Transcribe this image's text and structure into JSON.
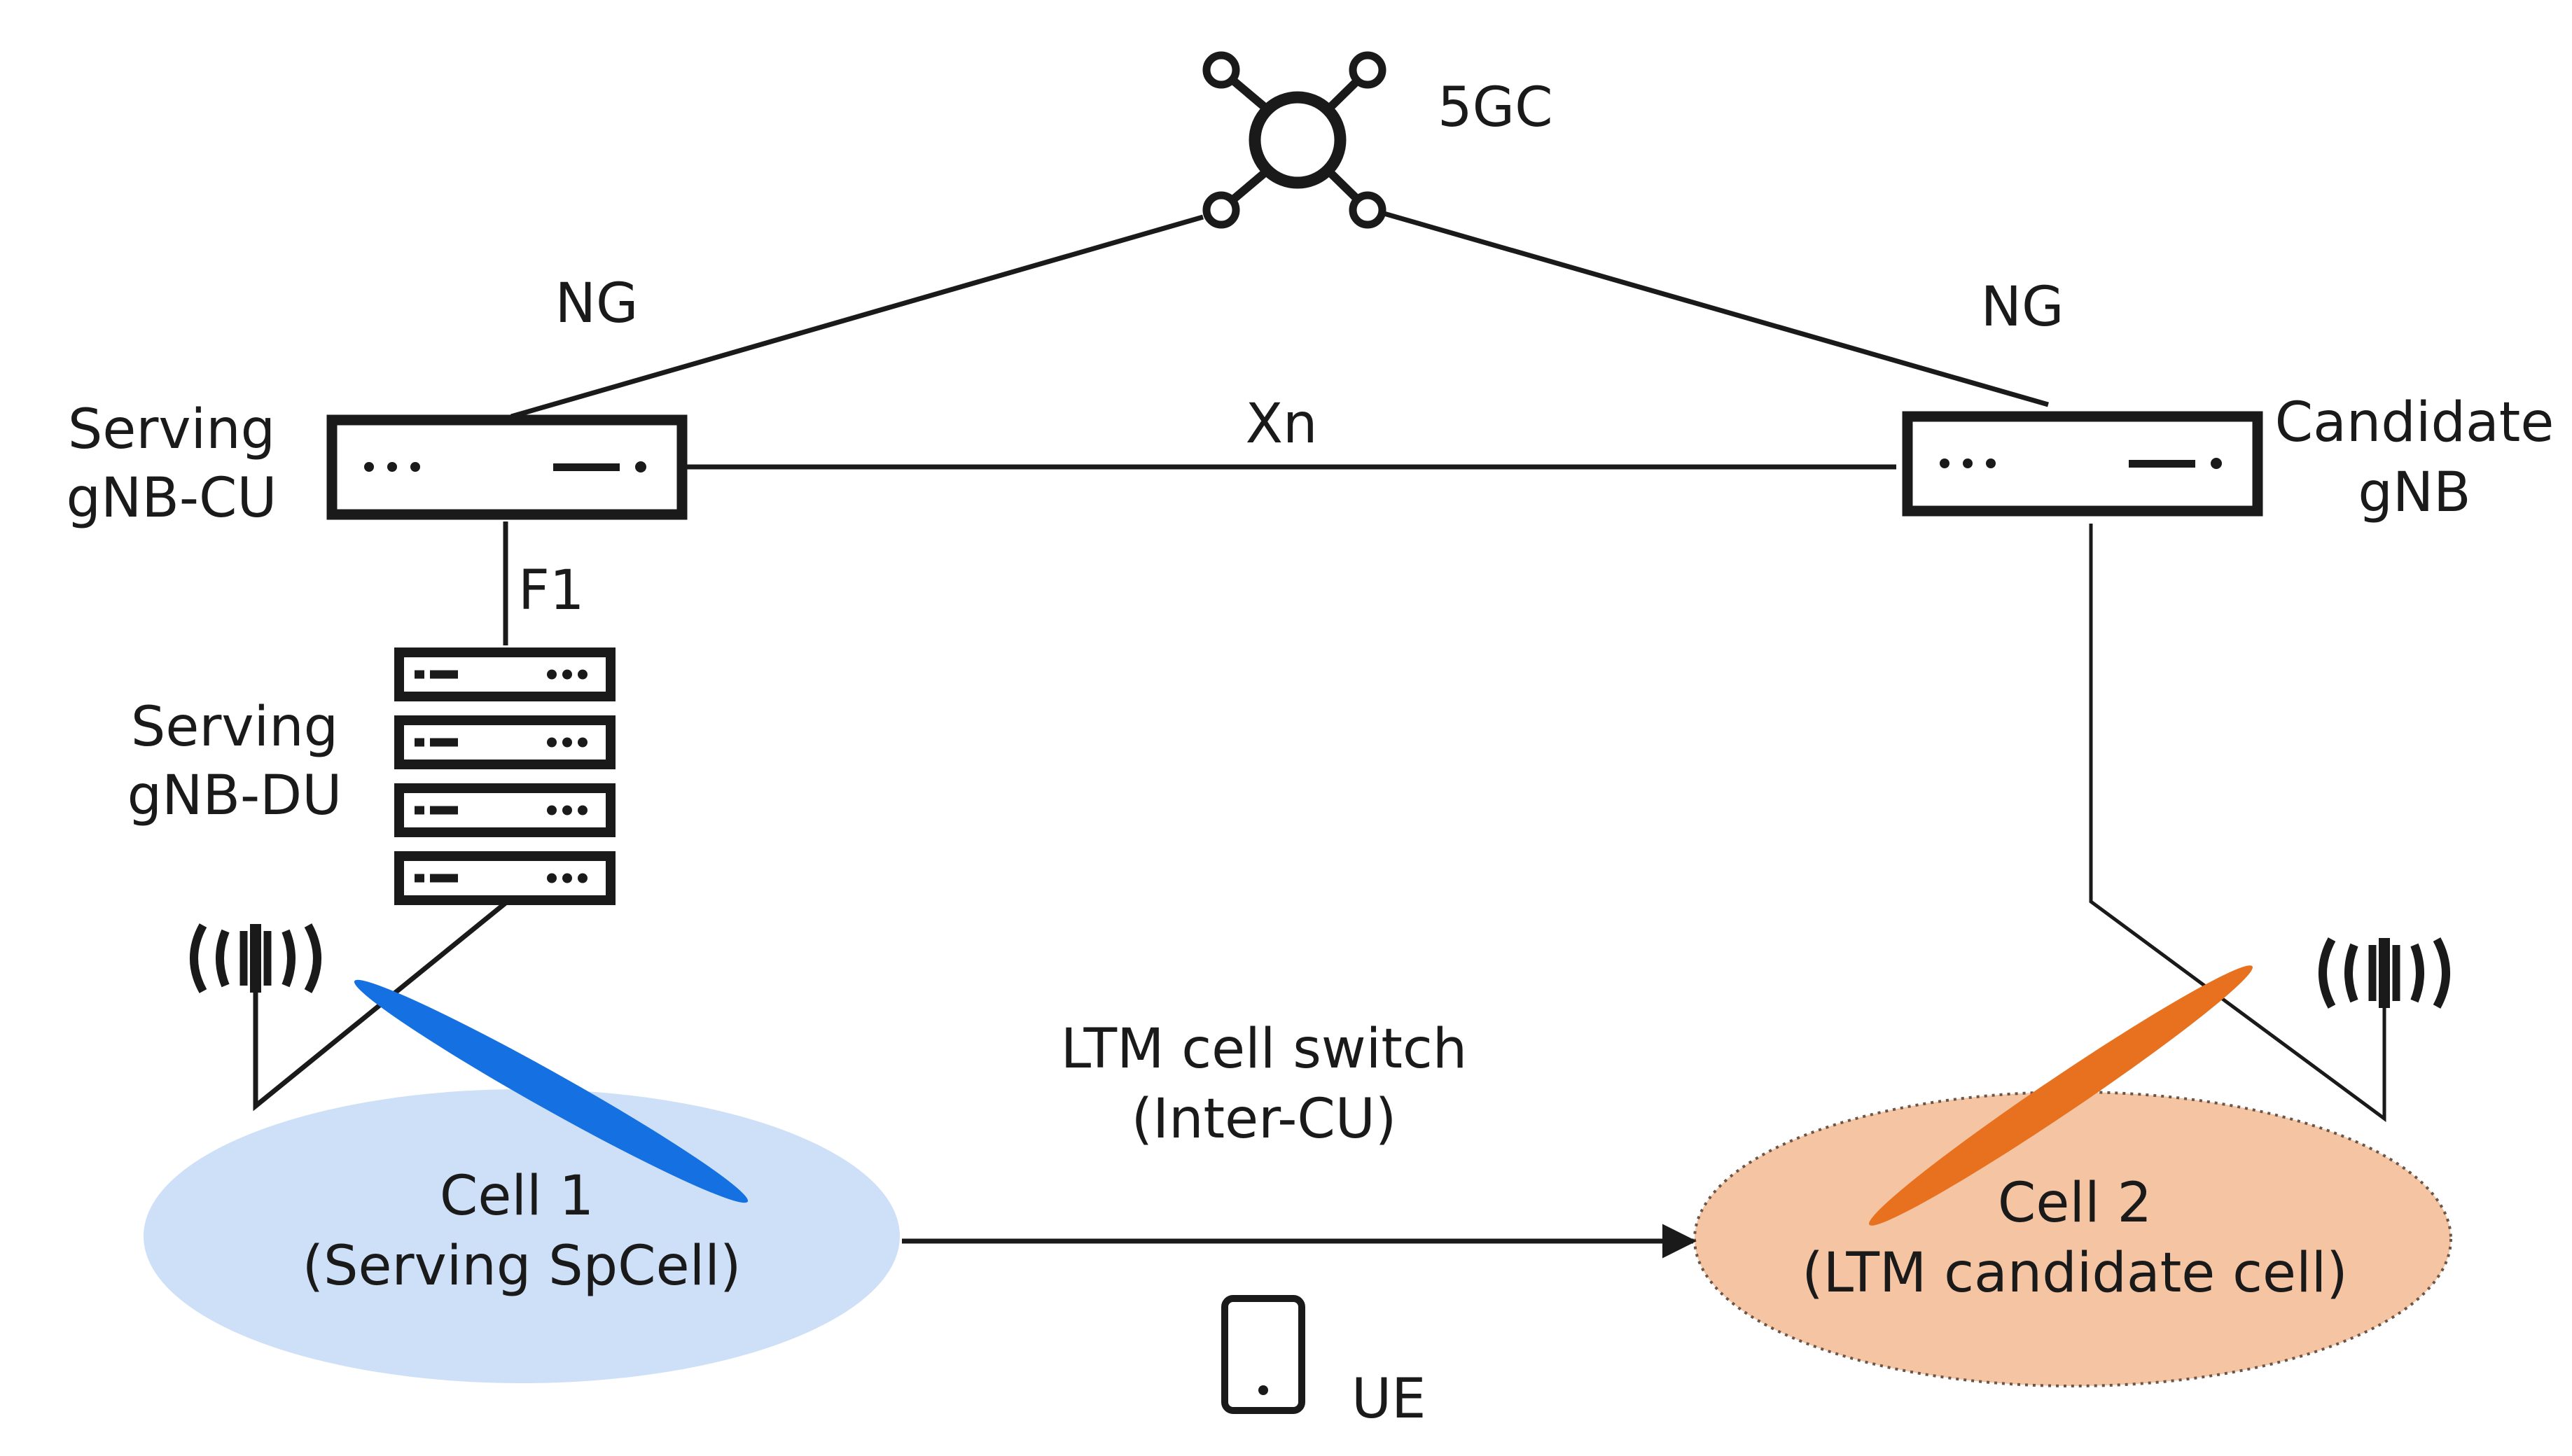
{
  "core": {
    "label": "5GC"
  },
  "interfaces": {
    "ng_left": "NG",
    "ng_right": "NG",
    "xn": "Xn",
    "f1": "F1"
  },
  "serving_cu": {
    "line1": "Serving",
    "line2": "gNB-CU"
  },
  "candidate_gnb": {
    "line1": "Candidate",
    "line2": "gNB"
  },
  "serving_du": {
    "line1": "Serving",
    "line2": "gNB-DU"
  },
  "cell1": {
    "line1": "Cell 1",
    "line2": "(Serving SpCell)"
  },
  "cell2": {
    "line1": "Cell 2",
    "line2": "(LTM candidate cell)"
  },
  "switch": {
    "line1": "LTM cell switch",
    "line2": "(Inter-CU)"
  },
  "ue": {
    "label": "UE"
  },
  "colors": {
    "line": "#1a1a1a",
    "cell1_fill": "#cde0f7",
    "cell2_fill": "#f5c5a3",
    "beam_serving": "#1570e2",
    "beam_candidate": "#e8711f"
  }
}
